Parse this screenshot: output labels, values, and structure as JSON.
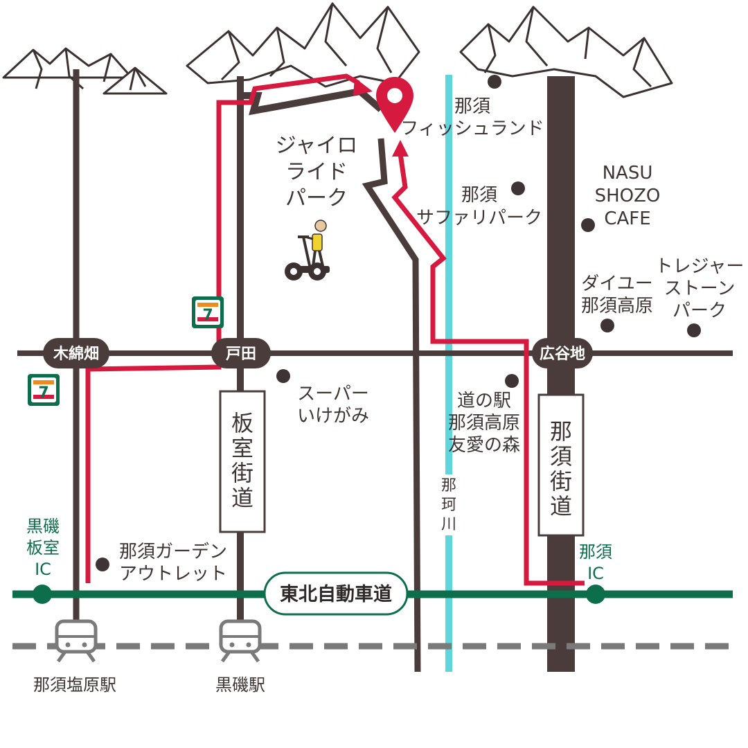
{
  "map": {
    "destination": [
      "ジャイロ",
      "ライド",
      "パーク"
    ],
    "landmarks": {
      "fishland": [
        "那須",
        "フィッシュランド"
      ],
      "safari": [
        "那須",
        "サファリパーク"
      ],
      "nasu_shozo": [
        "NASU",
        "SHOZO",
        "CAFE"
      ],
      "treasure": [
        "トレジャー",
        "ストーン",
        "パーク"
      ],
      "daiyu": [
        "ダイユー",
        "那須高原"
      ],
      "super": [
        "スーパー",
        "いけがみ"
      ],
      "michinoeki": [
        "道の駅",
        "那須高原",
        "友愛の森"
      ],
      "outlet": [
        "那須ガーデン",
        "アウトレット"
      ]
    },
    "intersections": {
      "mokumenbata": "木綿畑",
      "toda": "戸田",
      "koyachi": "広谷地"
    },
    "roads": {
      "itamuro": [
        "板",
        "室",
        "街",
        "道"
      ],
      "nasu": [
        "那",
        "須",
        "街",
        "道"
      ],
      "river": [
        "那",
        "珂",
        "川"
      ],
      "expressway": "東北自動車道"
    },
    "interchanges": {
      "kuroiso": [
        "黒磯",
        "板室",
        "IC"
      ],
      "nasu": [
        "那須",
        "IC"
      ]
    },
    "stations": {
      "nasushiobara": "那須塩原駅",
      "kuroiso": "黒磯駅"
    },
    "store_logo_text": "7",
    "colors": {
      "road": "#4a3c3a",
      "route": "#d6193f",
      "expressway": "#0d6e4b",
      "river": "#5ed6dc",
      "rail": "#7a7a7a"
    }
  }
}
